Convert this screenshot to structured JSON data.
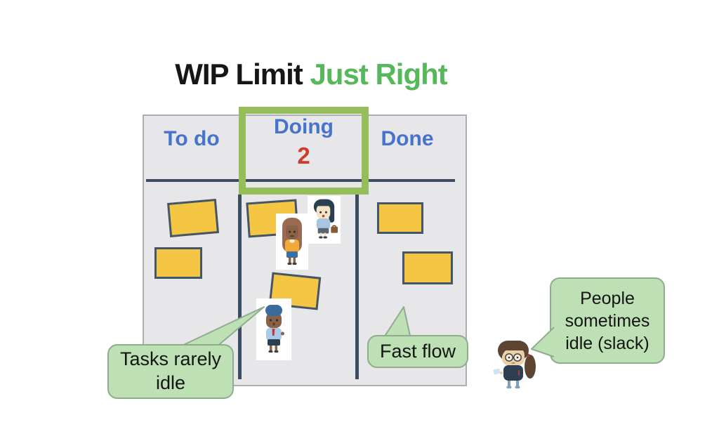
{
  "title": {
    "prefix": "WIP Limit",
    "highlight": "Just Right"
  },
  "board": {
    "columns": [
      {
        "id": "todo",
        "label": "To do",
        "note_count": 2
      },
      {
        "id": "doing",
        "label": "Doing",
        "wip_limit": "2",
        "note_count": 2
      },
      {
        "id": "done",
        "label": "Done",
        "note_count": 2
      }
    ]
  },
  "speech_bubbles": [
    {
      "id": "tasks-rarely-idle",
      "lines": [
        "Tasks rarely",
        "idle"
      ]
    },
    {
      "id": "fast-flow",
      "lines": [
        "Fast flow"
      ]
    },
    {
      "id": "people-sometimes-idle",
      "lines": [
        "People",
        "sometimes",
        "idle (slack)"
      ]
    }
  ],
  "characters": [
    {
      "id": "worker-longhair-woman",
      "location": "doing-column"
    },
    {
      "id": "worker-bob-woman",
      "location": "doing-column"
    },
    {
      "id": "worker-cap-man",
      "location": "doing-column"
    },
    {
      "id": "observer-ponytail-girl",
      "location": "right-side"
    }
  ],
  "colors": {
    "title_highlight": "#57B75B",
    "header_blue": "#4673CC",
    "wip_red": "#CF3B2E",
    "wip_box_green": "#95BE5B",
    "sticky_yellow": "#F5C644",
    "sticky_border": "#44566A",
    "board_gray": "#E7E6E8",
    "bubble_green": "#BEE0B5"
  }
}
